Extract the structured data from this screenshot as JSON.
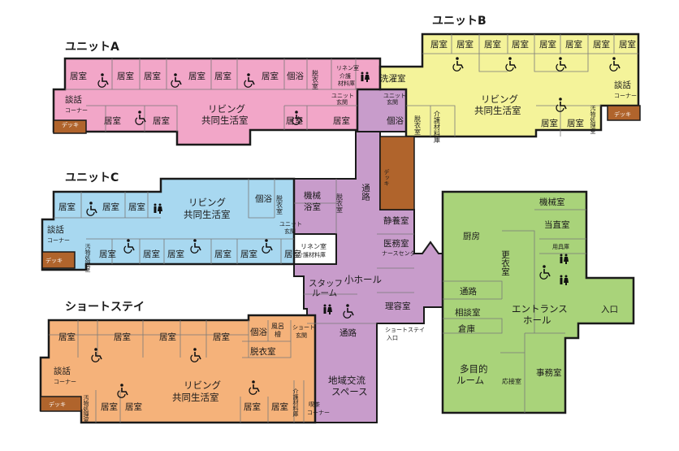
{
  "units": {
    "unit_a": {
      "title": "ユニットA",
      "color": "#f2a6c8"
    },
    "unit_b": {
      "title": "ユニットB",
      "color": "#f4f39a"
    },
    "unit_c": {
      "title": "ユニットC",
      "color": "#a8d8f0"
    },
    "short_stay": {
      "title": "ショートステイ",
      "color": "#f5b27a"
    }
  },
  "colors": {
    "common": "#c89ccb",
    "admin": "#a9d37a",
    "deck": "#b0642c",
    "wall": "#1a1a1a",
    "line": "#7a7a7a"
  },
  "labels": {
    "kyoshitsu": "居室",
    "living": [
      "リビング",
      "共同生活室"
    ],
    "danwa": [
      "談話",
      "コーナー"
    ],
    "deck": "デッキ",
    "kojoku": "個浴",
    "datsui_v": "脱衣室",
    "datsui_h": "脱衣室",
    "unit_genkan": [
      "ユニット",
      "玄関"
    ],
    "osen": "汚物処理室",
    "kaigo_zairyo": "介護材料庫",
    "linen_a": [
      "リネン室",
      "介護",
      "材料庫"
    ],
    "sentaku": "洗濯室",
    "kikai_yoku": [
      "機械",
      "浴室"
    ],
    "linen_c": [
      "リネン室",
      "介護材料庫"
    ],
    "tsuro": "通路",
    "tsuro_v": "通路",
    "seiyo": "静養室",
    "imu": [
      "医務室",
      "ナースセンター"
    ],
    "staff": [
      "スタッフ",
      "ルーム"
    ],
    "shohall": "小ホール",
    "riyo": "理容室",
    "ss_entrance": [
      "ショートステイ",
      "入口"
    ],
    "chiiki": [
      "地域交流",
      "スペース"
    ],
    "kissa": [
      "喫茶",
      "コーナー"
    ],
    "hinoki": [
      "檜",
      "風呂"
    ],
    "ss_genkan": [
      "ショート",
      "玄関"
    ],
    "kaigo_zairyo_v": "介護材料庫",
    "chubo": "厨房",
    "kikai": "機械室",
    "touchoku": "当直室",
    "yogu": "用具庫",
    "kouisitsu_v": "更衣室",
    "soudan": "相談室",
    "souko": "倉庫",
    "entrance_hall": [
      "エントランス",
      "ホール"
    ],
    "iriguchi": "入口",
    "tamokuteki": [
      "多目的",
      "ルーム"
    ],
    "ousetsu": "応接室",
    "jimu": "事務室"
  }
}
